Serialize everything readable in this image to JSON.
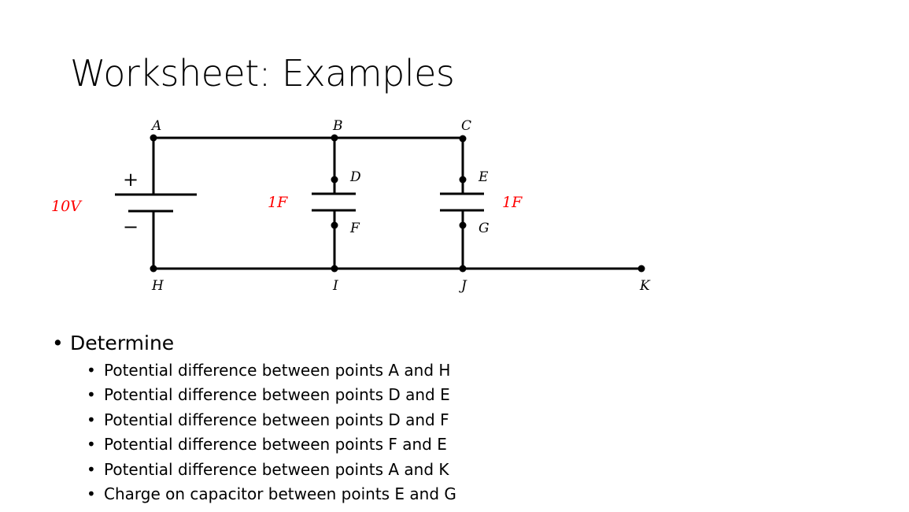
{
  "title": "Worksheet: Examples",
  "circuit": {
    "nodes": [
      "A",
      "B",
      "C",
      "D",
      "E",
      "F",
      "G",
      "H",
      "I",
      "J",
      "K"
    ],
    "battery_label": "10V",
    "battery_plus": "+",
    "battery_minus": "−",
    "cap1_label": "1F",
    "cap2_label": "1F",
    "label_color": "#ff0000"
  },
  "bullets": {
    "main": "Determine",
    "items": [
      "Potential difference between points A and H",
      "Potential difference between points D and E",
      "Potential difference between points D and F",
      "Potential difference between points F and E",
      "Potential difference between points A and K",
      "Charge on capacitor between points E and G"
    ]
  }
}
